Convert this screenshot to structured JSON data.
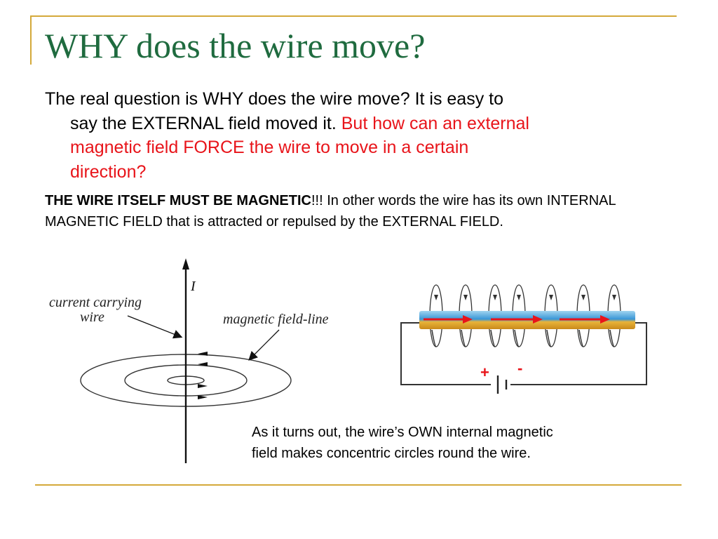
{
  "slide": {
    "title": "WHY does the wire move?",
    "paragraph1": {
      "line1": "The real question is WHY does the wire move? It is easy to",
      "line2_black": "say the EXTERNAL field moved it.",
      "line2_red": "But how can an external",
      "line3_red": "magnetic field FORCE the wire to move in a certain",
      "line4_red": "direction?"
    },
    "paragraph2": {
      "bold": "THE WIRE ITSELF MUST BE MAGNETIC",
      "rest": "!!! In other words the wire has its own INTERNAL MAGNETIC FIELD that is attracted or repulsed by the EXTERNAL FIELD."
    },
    "caption": {
      "line1": "As it turns out, the wire’s OWN internal magnetic",
      "line2": "field makes concentric circles round the wire."
    }
  },
  "left_figure": {
    "current_label": "I",
    "wire_label_line1": "current carrying",
    "wire_label_line2": "wire",
    "field_label": "magnetic field-line"
  },
  "right_figure": {
    "plus_label": "+",
    "minus_label": "-"
  },
  "colors": {
    "title_green": "#1f6b3f",
    "accent_red": "#e8141a",
    "rule_gold": "#d4a93a"
  }
}
